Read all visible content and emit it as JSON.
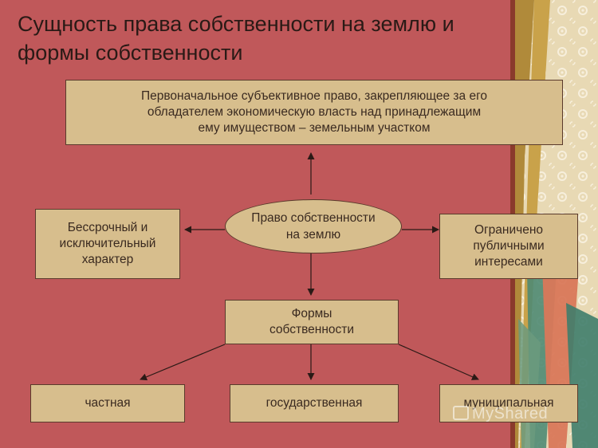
{
  "title": {
    "line1": "Сущность права собственности на землю и",
    "line2": "формы собственности"
  },
  "nodes": {
    "definition": {
      "line1": "Первоначальное субъективное право, закрепляющее за его",
      "line2": "обладателем экономическую власть над принадлежащим",
      "line3": "ему имуществом – земельным участком"
    },
    "center": {
      "line1": "Право собственности",
      "line2": "на землю"
    },
    "left": {
      "line1": "Бессрочный и",
      "line2": "исключительный",
      "line3": "характер"
    },
    "right": {
      "line1": "Ограничено",
      "line2": "публичными",
      "line3": "интересами"
    },
    "forms": {
      "line1": "Формы",
      "line2": "собственности"
    },
    "private": "частная",
    "state": "государственная",
    "municipal": "муниципальная"
  },
  "watermark": "MyShared",
  "colors": {
    "background": "#c0585a",
    "box_fill": "#d7be8d",
    "border": "#5a3a2c",
    "text": "#3a2a20"
  }
}
